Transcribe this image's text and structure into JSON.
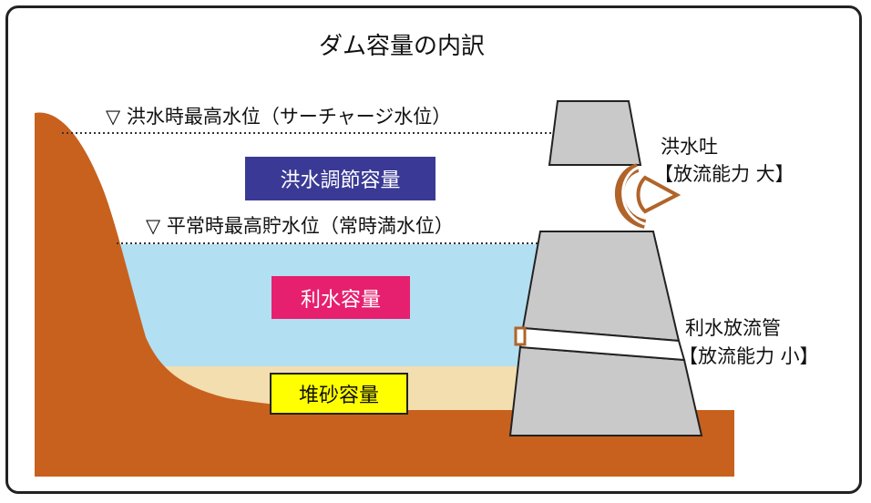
{
  "title": "ダム容量の内訳",
  "levels": {
    "flood_max": "▽ 洪水時最高水位（サーチャージ水位）",
    "normal_max": "▽ 平常時最高貯水位（常時満水位）"
  },
  "capacities": {
    "flood_control": "洪水調節容量",
    "water_use": "利水容量",
    "sediment": "堆砂容量"
  },
  "outlets": {
    "spillway_name": "洪水吐",
    "spillway_capacity": "【放流能力 大】",
    "pipe_name": "利水放流管",
    "pipe_capacity": "【放流能力 小】"
  },
  "colors": {
    "ground": "#c8611e",
    "water": "#b3dff2",
    "sediment": "#f3deaf",
    "dam_gray": "#c9c9c9",
    "spillway_brown": "#b0642a",
    "flood_box": "#3a3a96",
    "water_box": "#e6206f",
    "sediment_box": "#ffff00"
  }
}
